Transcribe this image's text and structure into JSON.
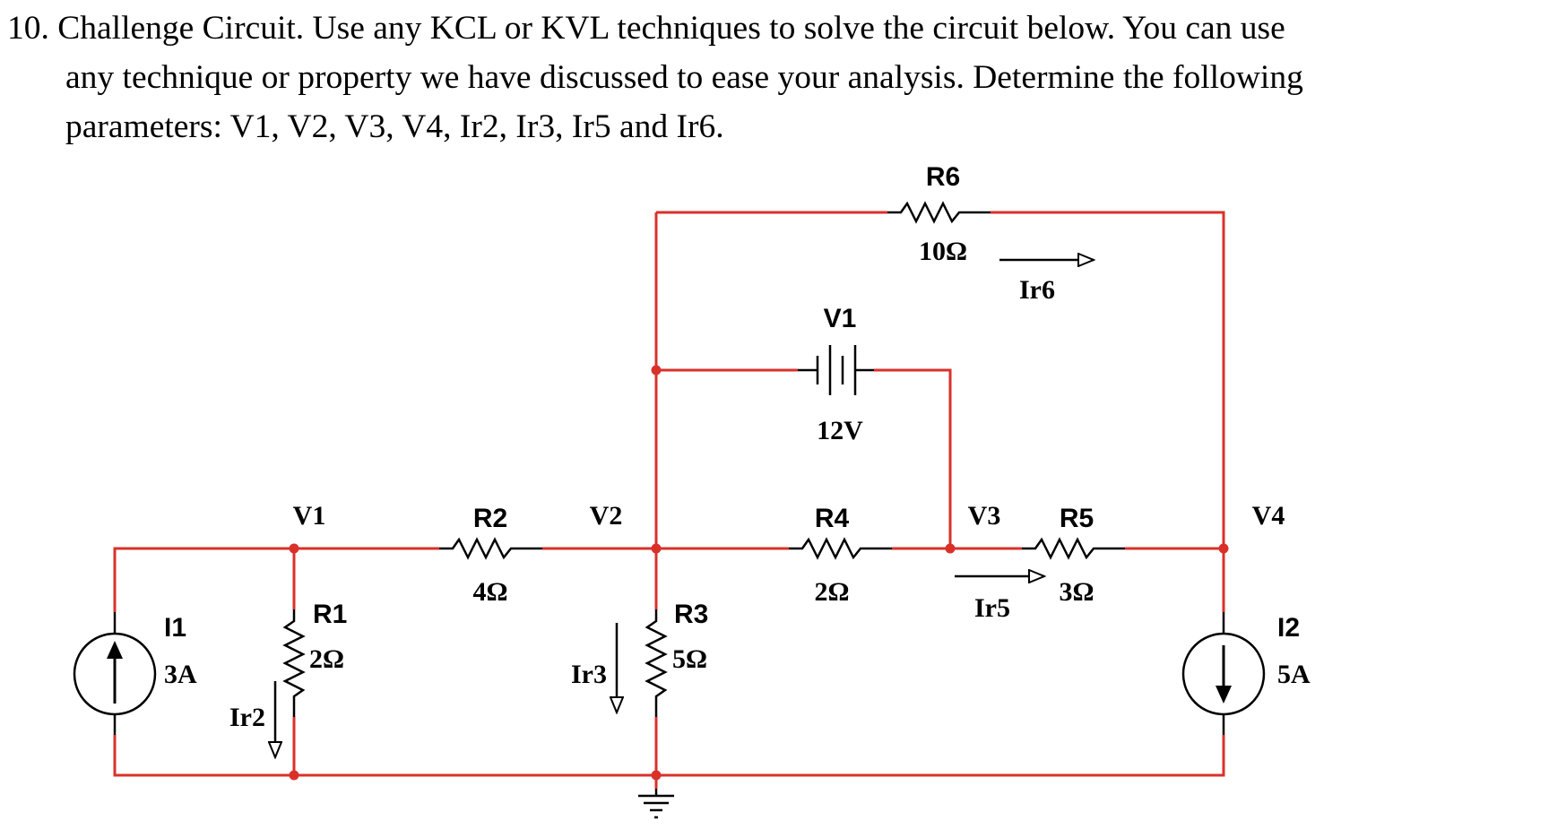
{
  "problem": {
    "line1": "10. Challenge Circuit.  Use any KCL or KVL techniques to solve the circuit below.  You can use",
    "line2": "any technique or property we have discussed to ease your analysis.  Determine the following",
    "line3": "parameters: V1, V2, V3, V4, Ir2, Ir3, Ir5 and Ir6."
  },
  "components": {
    "R6": {
      "name": "R6",
      "value": "10Ω"
    },
    "V1_source": {
      "name": "V1",
      "value": "12V"
    },
    "R2": {
      "name": "R2",
      "value": "4Ω"
    },
    "R4": {
      "name": "R4",
      "value": "2Ω"
    },
    "R5": {
      "name": "R5",
      "value": "3Ω"
    },
    "R1": {
      "name": "R1",
      "value": "2Ω"
    },
    "R3": {
      "name": "R3",
      "value": "5Ω"
    },
    "I1": {
      "name": "I1",
      "value": "3A"
    },
    "I2": {
      "name": "I2",
      "value": "5A"
    }
  },
  "nodes": {
    "v1": "V1",
    "v2": "V2",
    "v3": "V3",
    "v4": "V4"
  },
  "currents": {
    "ir2": "Ir2",
    "ir3": "Ir3",
    "ir5": "Ir5",
    "ir6": "Ir6"
  },
  "colors": {
    "wire": "#d9312a",
    "component": "#000000"
  }
}
